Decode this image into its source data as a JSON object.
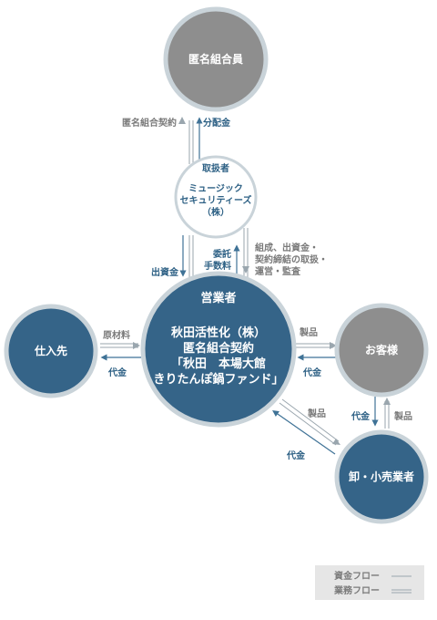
{
  "nodes": {
    "investors": "匿名組合員",
    "handler": {
      "title": "取扱者",
      "line1": "ミュージック",
      "line2": "セキュリティーズ",
      "line3": "（株）"
    },
    "operator": {
      "title": "営業者",
      "line1": "秋田活性化（株）",
      "line2": "匿名組合契約",
      "line3": "「秋田　本場大館",
      "line4": "きりたんぽ鍋ファンド」"
    },
    "supplier": "仕入先",
    "customers": "お客様",
    "retailers": "卸・小売業者"
  },
  "flows": {
    "contract": "匿名組合契約",
    "distribution": "分配金",
    "investment": "出資金",
    "commission_1": "委託",
    "commission_2": "手数料",
    "services_1": "組成、出資金・",
    "services_2": "契約締結の取扱・",
    "services_3": "運営・監査",
    "raw_materials": "原材料",
    "payment_supplier": "代金",
    "product_customer": "製品",
    "payment_customer": "代金",
    "product_retailer_down": "製品",
    "payment_retailer_right": "代金",
    "product_retail_to_customer": "製品",
    "payment_retail_up": "代金"
  },
  "legend": {
    "fund": "資金フロー",
    "business": "業務フロー"
  },
  "colors": {
    "dark_blue": "#356488",
    "gray_node": "#8e8e8e",
    "ring": "#c9d3d9",
    "flow_label_blue": "#2e6185",
    "flow_label_gray": "#7a7a7a"
  }
}
